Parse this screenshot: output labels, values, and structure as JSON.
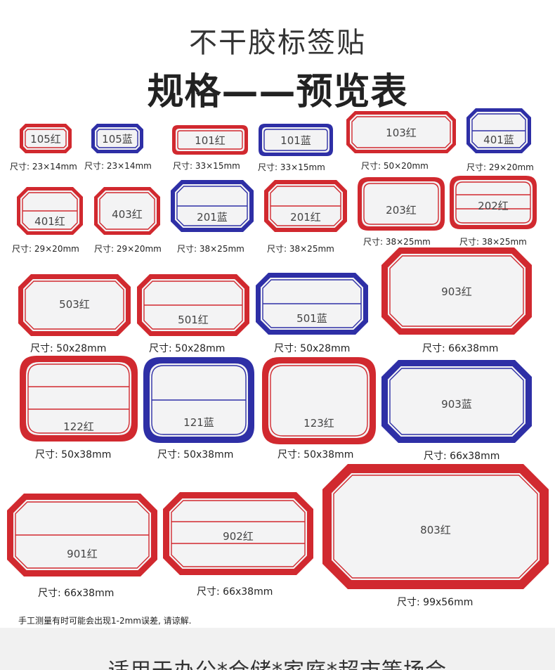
{
  "title": "不干胶标签贴",
  "subtitle": "规格——预览表",
  "colors": {
    "red": "#d1292f",
    "blue": "#2e2fa6",
    "white": "#ffffff",
    "face": "#f3f3f4"
  },
  "labels": [
    {
      "code": "105红",
      "size": "尺寸: 23×14mm",
      "color": "red",
      "shape": "clip",
      "lines": 0
    },
    {
      "code": "105蓝",
      "size": "尺寸: 23×14mm",
      "color": "blue",
      "shape": "clip",
      "lines": 0
    },
    {
      "code": "101红",
      "size": "尺寸: 33×15mm",
      "color": "red",
      "shape": "round",
      "lines": 0
    },
    {
      "code": "101蓝",
      "size": "尺寸: 33×15mm",
      "color": "blue",
      "shape": "round",
      "lines": 0
    },
    {
      "code": "103红",
      "size": "尺寸: 50×20mm",
      "color": "red",
      "shape": "clip",
      "lines": 0
    },
    {
      "code": "401蓝",
      "size": "尺寸: 29×20mm",
      "color": "blue",
      "shape": "clip",
      "lines": 1
    },
    {
      "code": "401红",
      "size": "尺寸: 29×20mm",
      "color": "red",
      "shape": "clip",
      "lines": 1
    },
    {
      "code": "403红",
      "size": "尺寸: 29×20mm",
      "color": "red",
      "shape": "clip",
      "lines": 0
    },
    {
      "code": "201蓝",
      "size": "尺寸: 38×25mm",
      "color": "blue",
      "shape": "clip",
      "lines": 1
    },
    {
      "code": "201红",
      "size": "尺寸: 38×25mm",
      "color": "red",
      "shape": "clip",
      "lines": 1
    },
    {
      "code": "203红",
      "size": "尺寸: 38×25mm",
      "color": "red",
      "shape": "round",
      "lines": 0
    },
    {
      "code": "202红",
      "size": "尺寸: 38×25mm",
      "color": "red",
      "shape": "round",
      "lines": 2
    },
    {
      "code": "503红",
      "size": "尺寸: 50x28mm",
      "color": "red",
      "shape": "clip",
      "lines": 0
    },
    {
      "code": "501红",
      "size": "尺寸: 50x28mm",
      "color": "red",
      "shape": "clip",
      "lines": 1
    },
    {
      "code": "501蓝",
      "size": "尺寸: 50x28mm",
      "color": "blue",
      "shape": "clip",
      "lines": 1
    },
    {
      "code": "903红",
      "size": "尺寸: 66x38mm",
      "color": "red",
      "shape": "clip",
      "lines": 0
    },
    {
      "code": "122红",
      "size": "尺寸: 50x38mm",
      "color": "red",
      "shape": "round",
      "lines": 2
    },
    {
      "code": "121蓝",
      "size": "尺寸: 50x38mm",
      "color": "blue",
      "shape": "round",
      "lines": 1
    },
    {
      "code": "123红",
      "size": "尺寸: 50x38mm",
      "color": "red",
      "shape": "round",
      "lines": 0
    },
    {
      "code": "903蓝",
      "size": "尺寸: 66x38mm",
      "color": "blue",
      "shape": "clip",
      "lines": 0
    },
    {
      "code": "901红",
      "size": "尺寸: 66x38mm",
      "color": "red",
      "shape": "clip",
      "lines": 1
    },
    {
      "code": "902红",
      "size": "尺寸: 66x38mm",
      "color": "red",
      "shape": "clip",
      "lines": 2
    },
    {
      "code": "803红",
      "size": "尺寸: 99x56mm",
      "color": "red",
      "shape": "clip",
      "lines": 0
    }
  ],
  "note": "手工测量有时可能会出现1-2mm误差, 请谅解.",
  "footer": "适用于办公*仓储*家庭*超市等场合"
}
